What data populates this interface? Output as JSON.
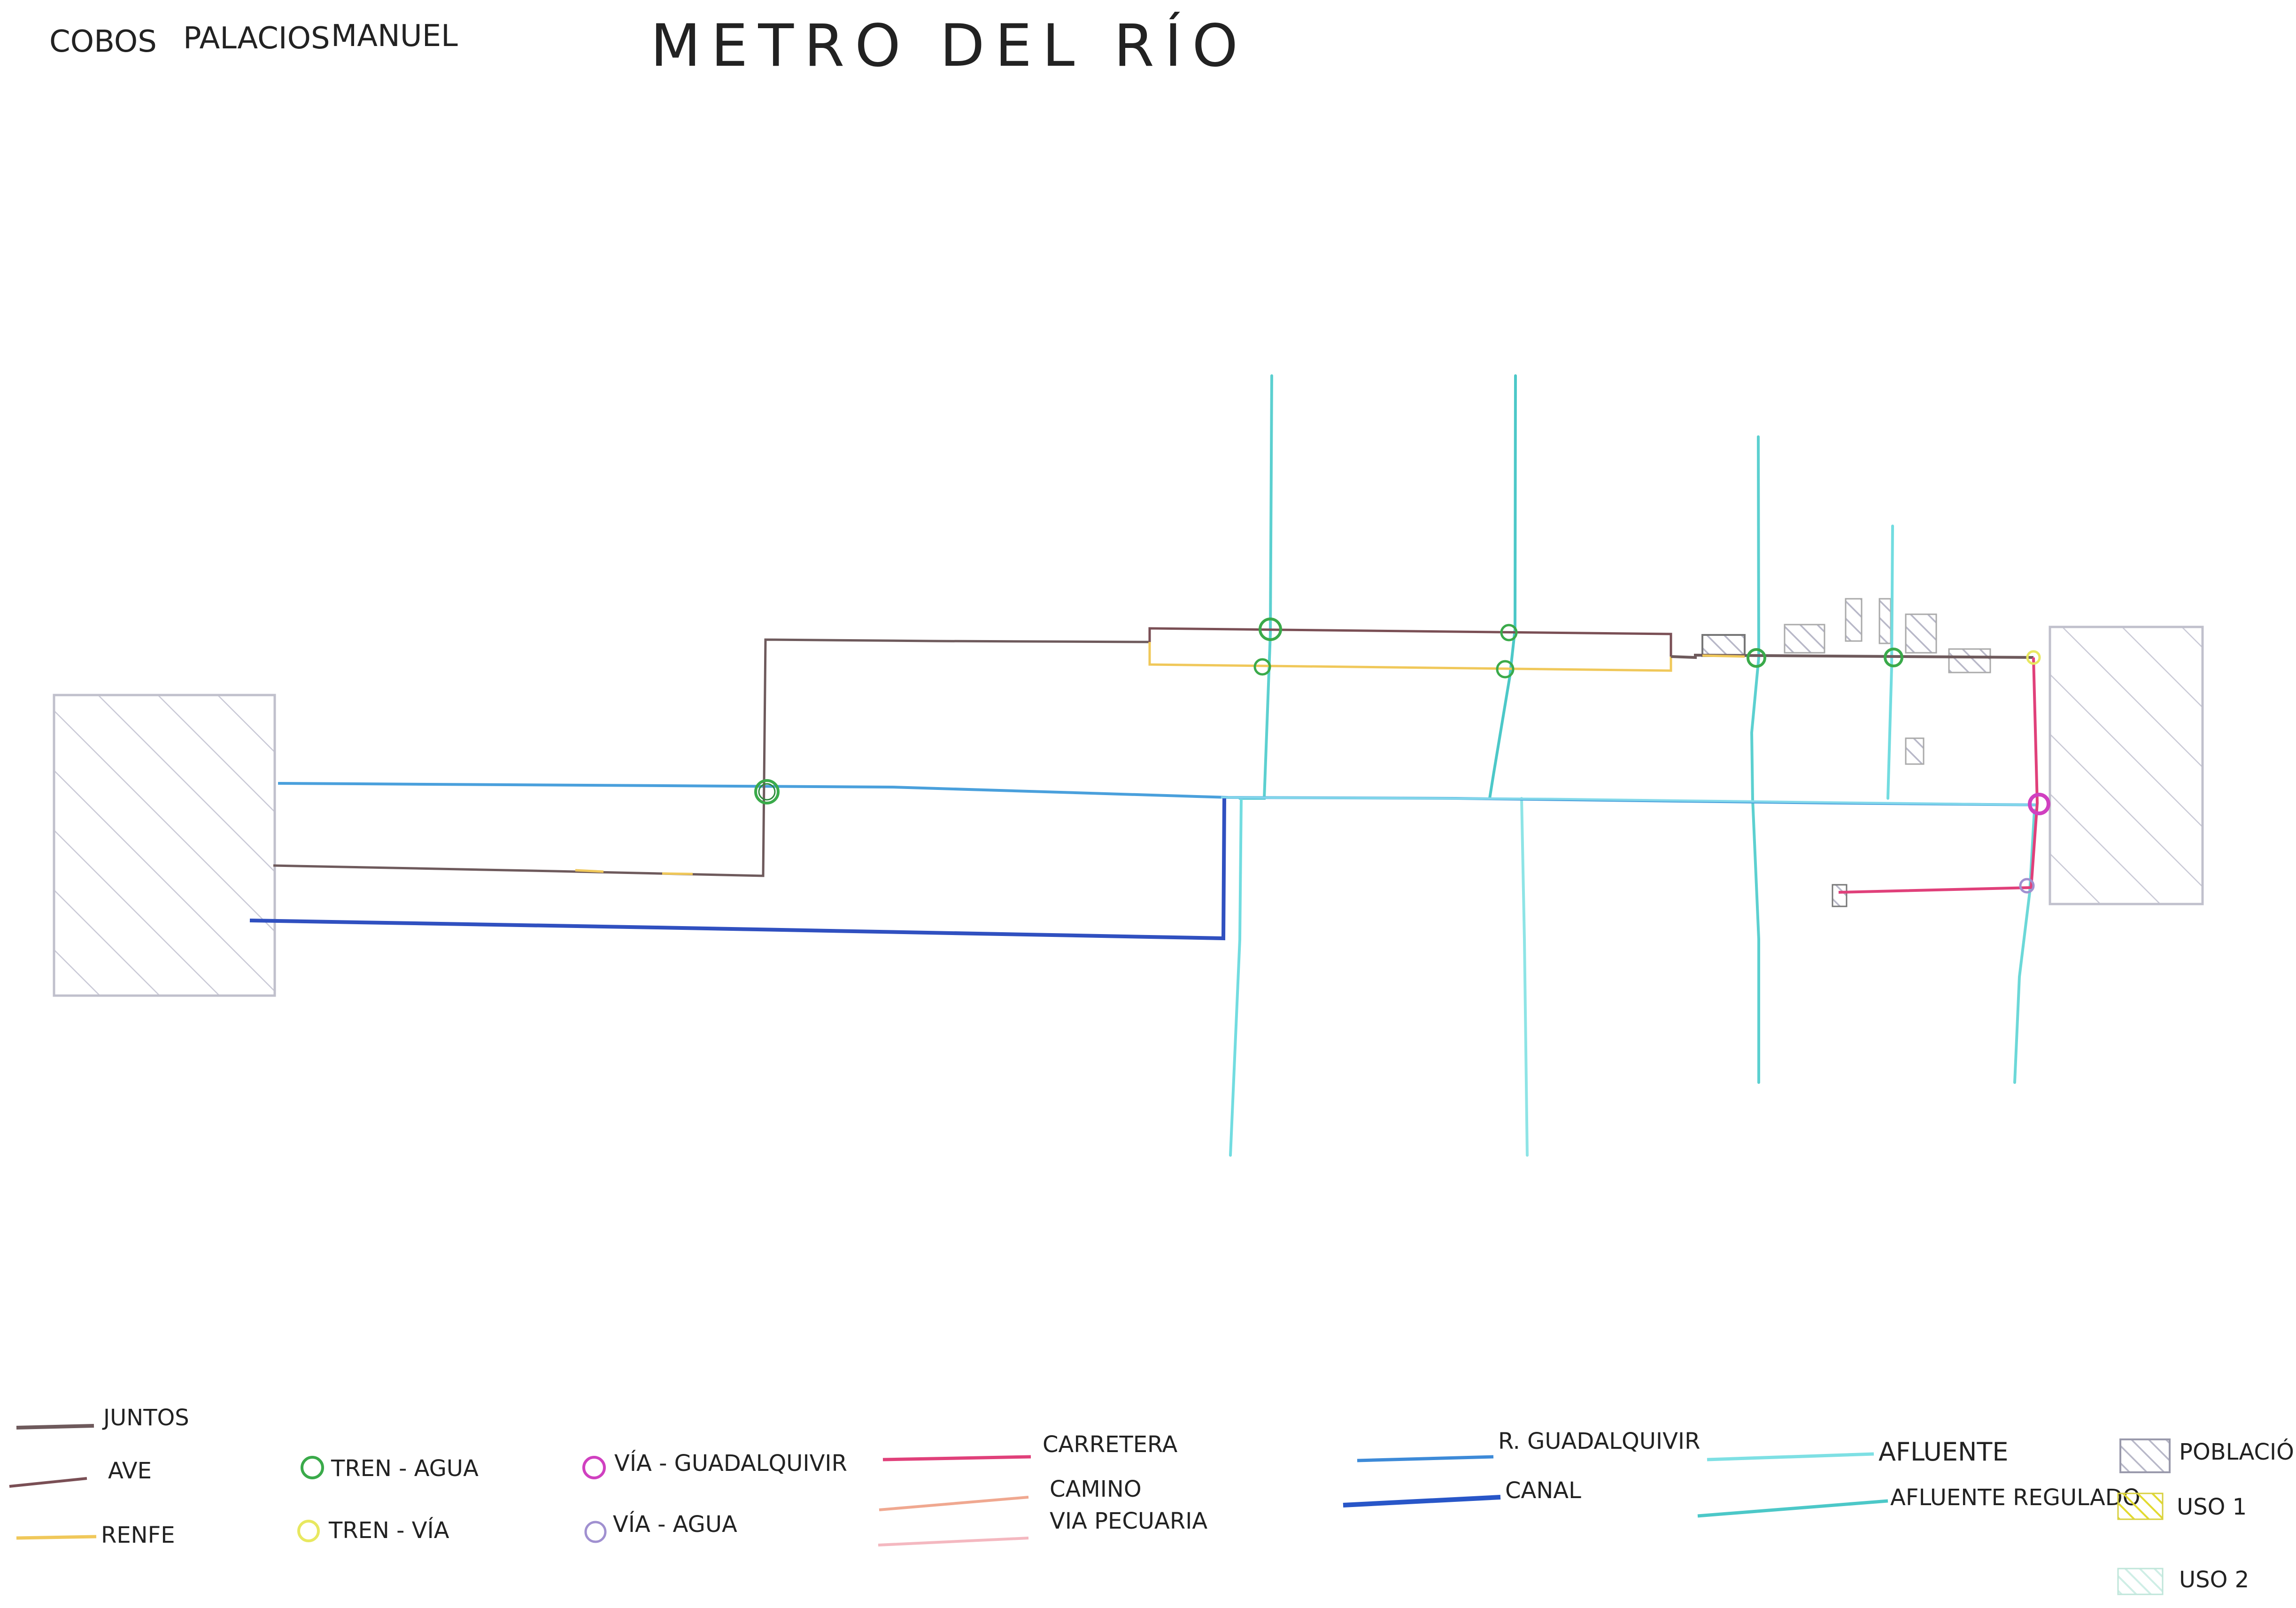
{
  "header": {
    "authors": [
      "COBOS",
      "PALACIOS",
      "MANUEL"
    ],
    "title": "METRO DEL RÍO"
  },
  "legend": {
    "lines": [
      {
        "label": "JUNTOS",
        "color": "#6e5a5c"
      },
      {
        "label": "AVE",
        "color": "#7a4f55"
      },
      {
        "label": "RENFE",
        "color": "#f0c85a"
      },
      {
        "label": "CARRETERA",
        "color": "#e0407a"
      },
      {
        "label": "CAMINO",
        "color": "#f0a890"
      },
      {
        "label": "VIA PECUARIA",
        "color": "#f4b8c0"
      },
      {
        "label": "R. GUADALQUIVIR",
        "color": "#3d8ad8"
      },
      {
        "label": "CANAL",
        "color": "#2856c8"
      },
      {
        "label": "AFLUENTE",
        "color": "#7ee0e4"
      },
      {
        "label": "AFLUENTE REGULADO",
        "color": "#4cc8c8"
      }
    ],
    "nodes": [
      {
        "label": "TREN - AGUA",
        "color": "#3aaa4a"
      },
      {
        "label": "TREN - VÍA",
        "color": "#e8e860"
      },
      {
        "label": "VÍA - GUADALQUIVIR",
        "color": "#d040c0"
      },
      {
        "label": "VÍA - AGUA",
        "color": "#a090d0"
      }
    ],
    "areas": [
      {
        "label": "POBLACIÓN",
        "color": "#c8c8d8"
      },
      {
        "label": "USO 1",
        "color": "#e8e040"
      },
      {
        "label": "USO 2",
        "color": "#d8f0e8"
      }
    ]
  }
}
